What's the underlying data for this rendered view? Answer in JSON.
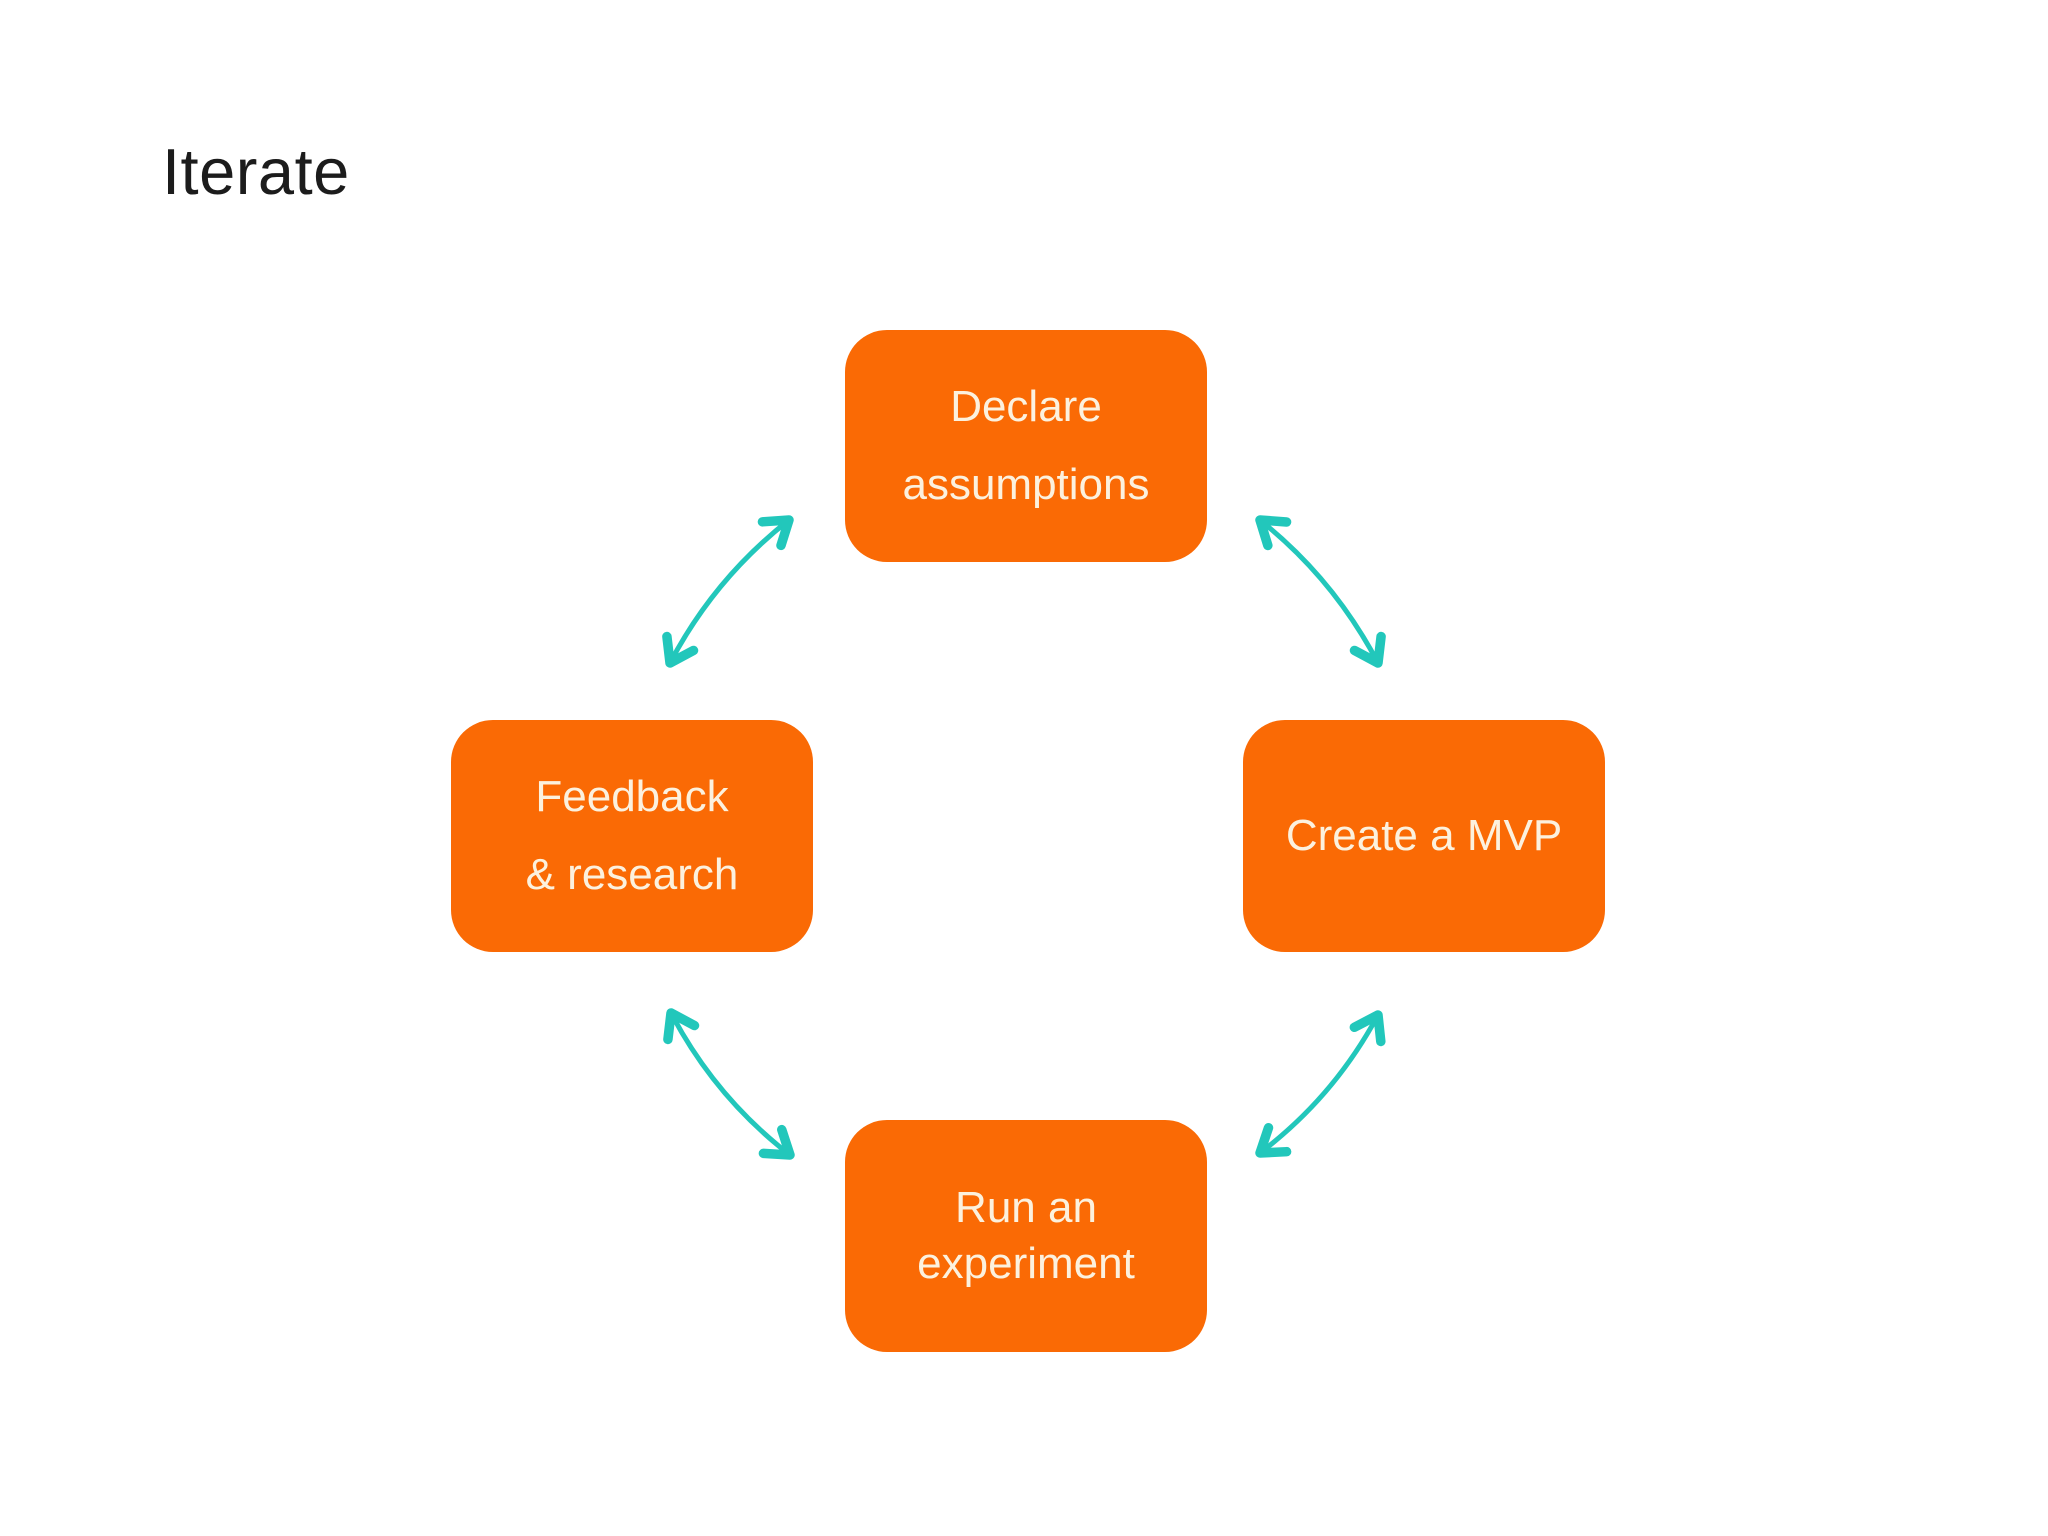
{
  "title": "Iterate",
  "diagram": {
    "nodes": [
      {
        "id": "declare-assumptions",
        "position": "top",
        "lines": [
          "Declare",
          "assumptions"
        ]
      },
      {
        "id": "create-a-mvp",
        "position": "right",
        "lines": [
          "Create a MVP"
        ]
      },
      {
        "id": "run-an-experiment",
        "position": "bottom",
        "lines": [
          "Run an",
          "experiment"
        ]
      },
      {
        "id": "feedback-research",
        "position": "left",
        "lines": [
          "Feedback",
          "& research"
        ]
      }
    ],
    "connectors": [
      {
        "between": [
          "feedback-research",
          "declare-assumptions"
        ],
        "style": "double-headed-curved-arrow"
      },
      {
        "between": [
          "declare-assumptions",
          "create-a-mvp"
        ],
        "style": "double-headed-curved-arrow"
      },
      {
        "between": [
          "feedback-research",
          "run-an-experiment"
        ],
        "style": "double-headed-curved-arrow"
      },
      {
        "between": [
          "run-an-experiment",
          "create-a-mvp"
        ],
        "style": "double-headed-curved-arrow"
      }
    ]
  },
  "colors": {
    "background": "#ffffff",
    "node-fill": "#fa6a05",
    "node-text": "#fcf1de",
    "arrow": "#22c7bb",
    "title-text": "#1c1c1c"
  }
}
